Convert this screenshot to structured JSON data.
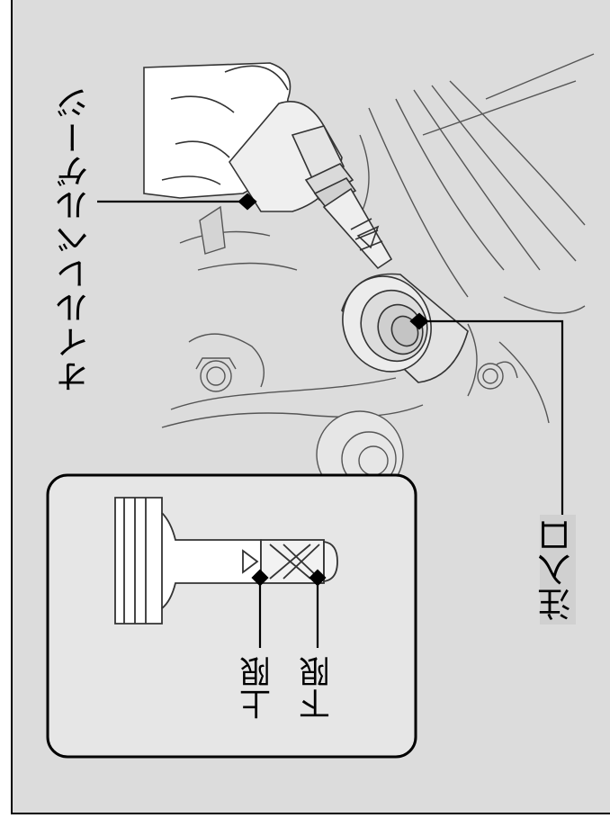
{
  "labels": {
    "oil_level_gauge": "オイルレベルゲージ",
    "filler_port": "注入口",
    "upper_limit": "上限",
    "lower_limit": "下限"
  },
  "colors": {
    "background": "#dcdcdc",
    "inset_background": "#e6e6e6",
    "line": "#000000"
  }
}
